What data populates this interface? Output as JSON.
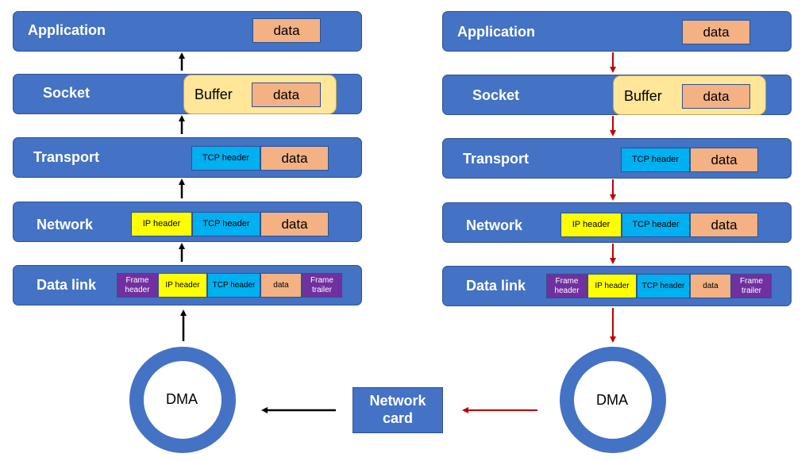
{
  "left_stack": {
    "layers": [
      {
        "label": "Application"
      },
      {
        "label": "Socket"
      },
      {
        "label": "Transport"
      },
      {
        "label": "Network"
      },
      {
        "label": "Data link"
      }
    ],
    "application_data": "data",
    "socket_buffer": "Buffer",
    "socket_data": "data",
    "transport_tcp": "TCP header",
    "transport_data": "data",
    "network_ip": "IP header",
    "network_tcp": "TCP header",
    "network_data": "data",
    "datalink_frame_header": "Frame\nheader",
    "datalink_ip": "IP header",
    "datalink_tcp": "TCP header",
    "datalink_data": "data",
    "datalink_frame_trailer": "Frame\ntrailer",
    "dma": "DMA"
  },
  "right_stack": {
    "layers": [
      {
        "label": "Application"
      },
      {
        "label": "Socket"
      },
      {
        "label": "Transport"
      },
      {
        "label": "Network"
      },
      {
        "label": "Data link"
      }
    ],
    "application_data": "data",
    "socket_buffer": "Buffer",
    "socket_data": "data",
    "transport_tcp": "TCP header",
    "transport_data": "data",
    "network_ip": "IP header",
    "network_tcp": "TCP header",
    "network_data": "data",
    "datalink_frame_header": "Frame\nheader",
    "datalink_ip": "IP header",
    "datalink_tcp": "TCP header",
    "datalink_data": "data",
    "datalink_frame_trailer": "Frame\ntrailer",
    "dma": "DMA"
  },
  "network_card": "Network\ncard",
  "colors": {
    "layer_fill": "#4472c4",
    "data_fill": "#f4b183",
    "tcp_fill": "#00b0f0",
    "ip_fill": "#ffff00",
    "frame_fill": "#7030a0",
    "buffer_fill": "#ffe699",
    "receive_arrow": "#000000",
    "send_arrow": "#c00000"
  }
}
